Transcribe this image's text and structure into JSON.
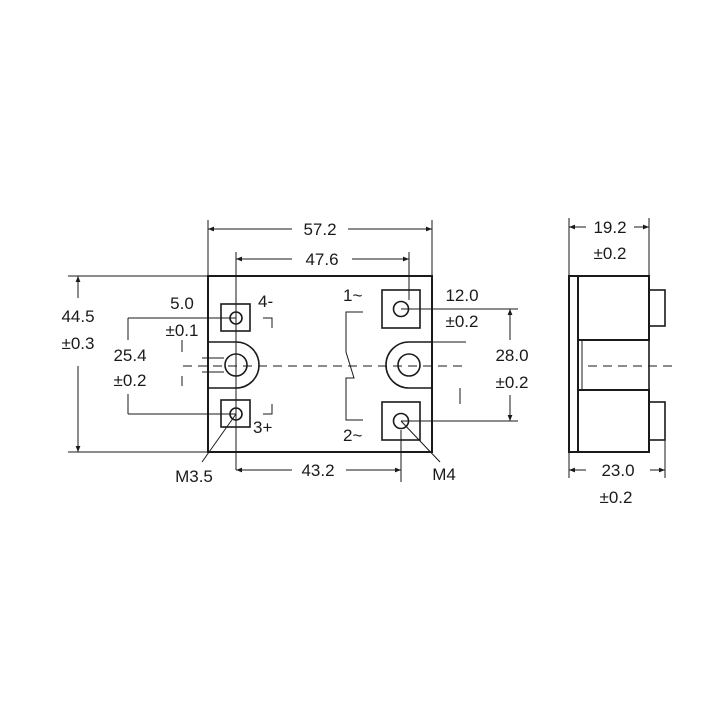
{
  "front_view": {
    "overall_width": "57.2",
    "mount_hole_spacing": "47.6",
    "overall_height": "44.5",
    "overall_height_tol": "±0.3",
    "input_pitch": "5.0",
    "input_pitch_tol": "±0.1",
    "input_spacing": "25.4",
    "input_spacing_tol": "±0.2",
    "output_pitch": "12.0",
    "output_pitch_tol": "±0.2",
    "output_spacing": "28.0",
    "output_spacing_tol": "±0.2",
    "terminal_spacing": "43.2",
    "terminal_4": "4-",
    "terminal_3": "3+",
    "terminal_1": "1~",
    "terminal_2": "2~",
    "input_screw": "M3.5",
    "output_screw": "M4"
  },
  "side_view": {
    "top_depth": "19.2",
    "top_depth_tol": "±0.2",
    "bottom_depth": "23.0",
    "bottom_depth_tol": "±0.2"
  }
}
